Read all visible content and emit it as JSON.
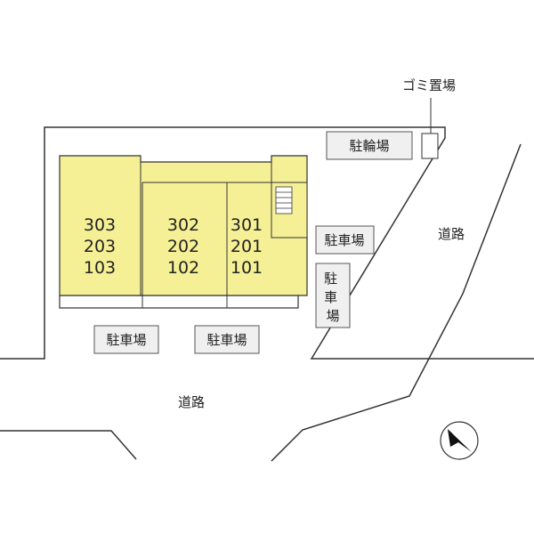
{
  "labels": {
    "garbage": "ゴミ置場",
    "bicycle_parking": "駐輪場",
    "parking": "駐車場",
    "road": "道路"
  },
  "units": {
    "col1": [
      "303",
      "203",
      "103"
    ],
    "col2": [
      "302",
      "202",
      "102"
    ],
    "col3": [
      "301",
      "201",
      "101"
    ]
  },
  "icons": {
    "north": "north-arrow-icon"
  },
  "colors": {
    "building": "#f5f096",
    "line": "#333333",
    "label_box": "#f0f0f0"
  }
}
